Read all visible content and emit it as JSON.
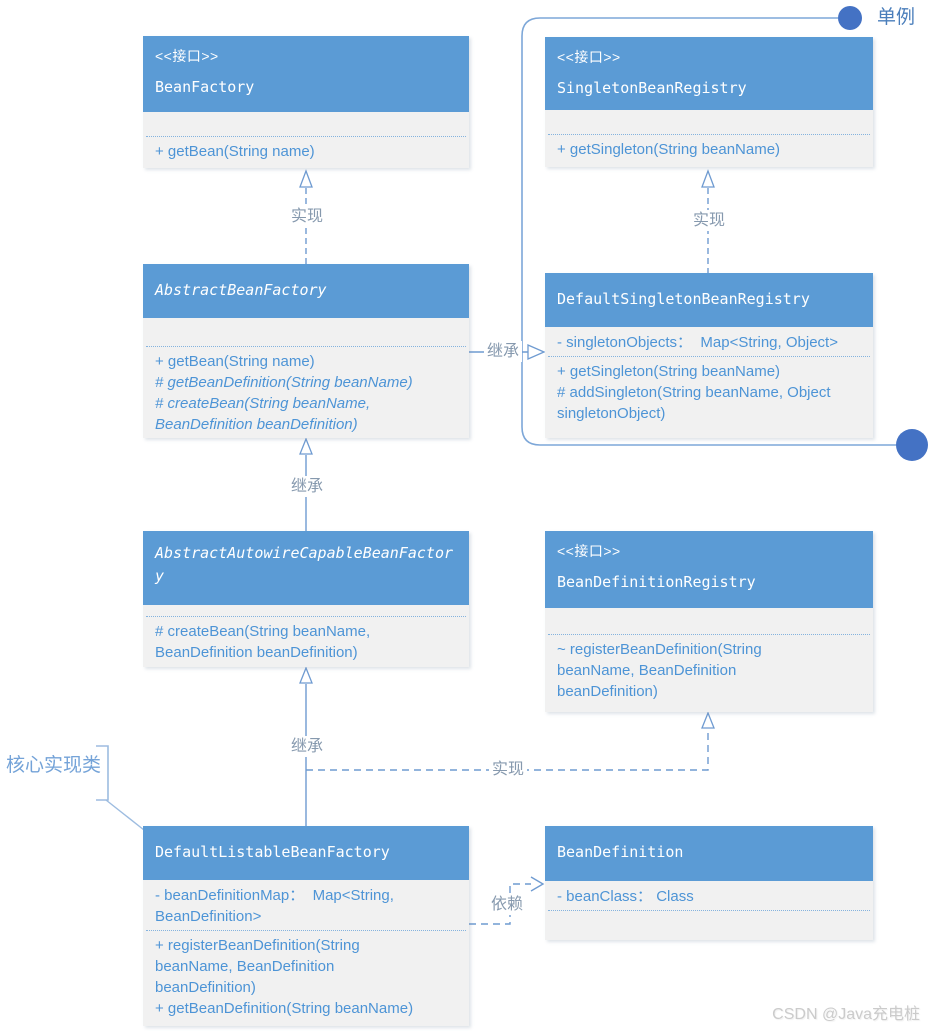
{
  "classes": [
    {
      "id": "bean-factory",
      "stereotype": "<<接口>>",
      "name": "BeanFactory",
      "attrs": [],
      "methods": [
        "+ getBean(String name)"
      ]
    },
    {
      "id": "singleton-bean-registry",
      "stereotype": "<<接口>>",
      "name": "SingletonBeanRegistry",
      "attrs": [],
      "methods": [
        "+ getSingleton(String beanName)"
      ]
    },
    {
      "id": "abstract-bean-factory",
      "name": "AbstractBeanFactory",
      "abstract": true,
      "attrs": [],
      "methods": [
        "+ getBean(String name)",
        "# getBeanDefinition(String beanName)",
        "# createBean(String beanName,\nBeanDefinition beanDefinition)"
      ]
    },
    {
      "id": "default-singleton-bean-registry",
      "name": "DefaultSingletonBeanRegistry",
      "attrs": [
        "- singletonObjects：  Map<String, Object>"
      ],
      "methods": [
        "+ getSingleton(String beanName)",
        "# addSingleton(String beanName, Object\nsingletonObject)"
      ]
    },
    {
      "id": "abstract-autowire-capable-bean-factory",
      "name": "AbstractAutowireCapableBeanFactory",
      "abstract": true,
      "attrs": [],
      "methods": [
        "# createBean(String beanName,\nBeanDefinition beanDefinition)"
      ]
    },
    {
      "id": "bean-definition-registry",
      "stereotype": "<<接口>>",
      "name": "BeanDefinitionRegistry",
      "attrs": [],
      "methods": [
        "~ registerBeanDefinition(String\nbeanName, BeanDefinition\nbeanDefinition)"
      ]
    },
    {
      "id": "default-listable-bean-factory",
      "name": "DefaultListableBeanFactory",
      "attrs": [
        "- beanDefinitionMap：  Map<String,\nBeanDefinition>"
      ],
      "methods": [
        "+ registerBeanDefinition(String\nbeanName, BeanDefinition\nbeanDefinition)",
        "+ getBeanDefinition(String beanName)"
      ]
    },
    {
      "id": "bean-definition",
      "name": "BeanDefinition",
      "attrs": [
        "- beanClass： Class"
      ],
      "methods": []
    }
  ],
  "edges": {
    "realize_beanfactory": "实现",
    "realize_singletonregistry": "实现",
    "inherit_registry": "继承",
    "inherit_abstract": "继承",
    "inherit_listable": "继承",
    "realize_definitionregistry": "实现",
    "depend_beandefinition": "依赖"
  },
  "annotations": {
    "singleton": "单例",
    "core_impl": "核心实现类"
  },
  "watermark": "CSDN @Java充电桩",
  "colors": {
    "header": "#5b9bd5",
    "body_bg": "#f1f1f1",
    "body_text": "#4d94d6",
    "line": "#6f9bd1",
    "callout_line": "#7da7d8",
    "callout_dot": "#4472c4",
    "edge_label": "#8699ae",
    "singleton_label": "#4a7ebb",
    "core_label": "#74a3d8",
    "watermark": "#cbcbcb"
  }
}
